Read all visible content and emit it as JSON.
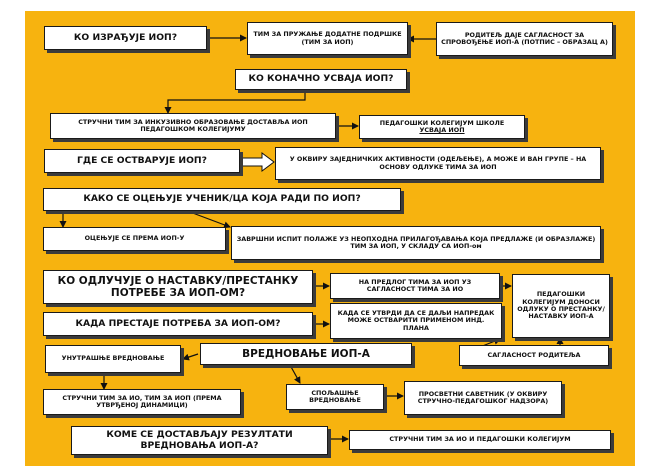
{
  "colors": {
    "background": "#f7b30f",
    "box": "#ffffff",
    "border": "#1a1a1a",
    "shadow": "#3b3b3b"
  },
  "boxes": {
    "ko_izraduje": "КО ИЗРАЂУЈЕ ИОП?",
    "tim_podrske": "ТИМ ЗА ПРУЖАЊЕ ДОДАТНЕ ПОДРШКЕ (ТИМ ЗА ИОП)",
    "roditelj_saglasnost": "РОДИТЕЉ ДАЈЕ САГЛАСНОСТ ЗА СПРОВОЂЕЊЕ ИОП-А (ПОТПИС – ОБРАЗАЦ А)",
    "ko_usvaja": "КО КОНАЧНО УСВАЈА ИОП?",
    "strucni_tim_dostavlja": "СТРУЧНИ ТИМ ЗА ИНКУЗИВНО ОБРАЗОВАЊЕ ДОСТАВЉА ИОП ПЕДАГОШКОМ КОЛЕГИЈУМУ",
    "kolegijum_line1": "ПЕДАГОШКИ КОЛЕГИЈУМ ШКОЛЕ",
    "kolegijum_line2": "УСВАЈА ИОП",
    "gde_ostvaruje": "ГДЕ СЕ ОСТВАРУЈЕ ИОП?",
    "u_okviru": "У ОКВИРУ ЗАЈЕДНИЧКИХ АКТИВНОСТИ (ОДЕЉЕЊЕ), А МОЖЕ И ВАН ГРУПЕ – НА ОСНОВУ ОДЛУКЕ ТИМА ЗА ИОП",
    "kako_ocenjuje": "КАКО СЕ ОЦЕЊУЈЕ УЧЕНИК/ЦА КОЈА РАДИ ПО ИОП?",
    "ocenjuje_prema": "ОЦЕЊУЈЕ СЕ ПРЕМА ИОП-У",
    "zavrsni_ispit": "ЗАВРШНИ ИСПИТ ПОЛАЖЕ УЗ НЕОПХОДНА ПРИЛАГОЂАВАЊА КОЈА ПРЕДЛАЖЕ (И ОБРАЗЛАЖЕ) ТИМ ЗА ИОП, У СКЛАДУ СА ИОП-ом",
    "ko_odlucuje": "КО ОДЛУЧУЈЕ О НАСТАВКУ/ПРЕСТАНКУ ПОТРЕБЕ ЗА ИОП-ОМ?",
    "na_predlog": "НА ПРЕДЛОГ ТИМА ЗА ИОП УЗ САГЛАСНОСТ ТИМА ЗА ИО",
    "ped_kolegijum_odluka": "ПЕДАГОШКИ КОЛЕГИЈУМ ДОНОСИ ОДЛУКУ О ПРЕСТАНКУ/ НАСТАВКУ ИОП-А",
    "kada_prestaje": "КАДА ПРЕСТАЈЕ ПОТРЕБА ЗА ИОП-ОМ?",
    "kada_se_utvrdi": "КАДА СЕ УТВРДИ ДА СЕ ДАЉИ НАПРЕДАК МОЖЕ ОСТВАРИТИ ПРИМЕНОМ ИНД. ПЛАНА",
    "saglasnost_roditelja": "САГЛАСНОСТ РОДИТЕЉА",
    "unutrasnje": "УНУТРАШЊЕ ВРЕДНОВАЊЕ",
    "vrednovanje": "ВРЕДНОВАЊЕ ИОП-А",
    "strucni_tim_io": "СТРУЧНИ ТИМ ЗА ИО, ТИМ ЗА ИОП (ПРЕМА УТВРЂЕНОЈ ДИНАМИЦИ)",
    "spoljasnje": "СПОЉАШЊЕ ВРЕДНОВАЊЕ",
    "prosvetni_savetnik": "ПРОСВЕТНИ САВЕТНИК (У ОКВИРУ СТРУЧНО-ПЕДАГОШКОГ НАДЗОРА)",
    "kome_dostavljaju": "КОМЕ СЕ ДОСТАВЉАЈУ РЕЗУЛТАТИ ВРЕДНОВАЊА ИОП-А?",
    "strucni_tim_i_kolegijum": "СТРУЧНИ ТИМ ЗА ИО И ПЕДАГОШКИ КОЛЕГИЈУМ"
  }
}
